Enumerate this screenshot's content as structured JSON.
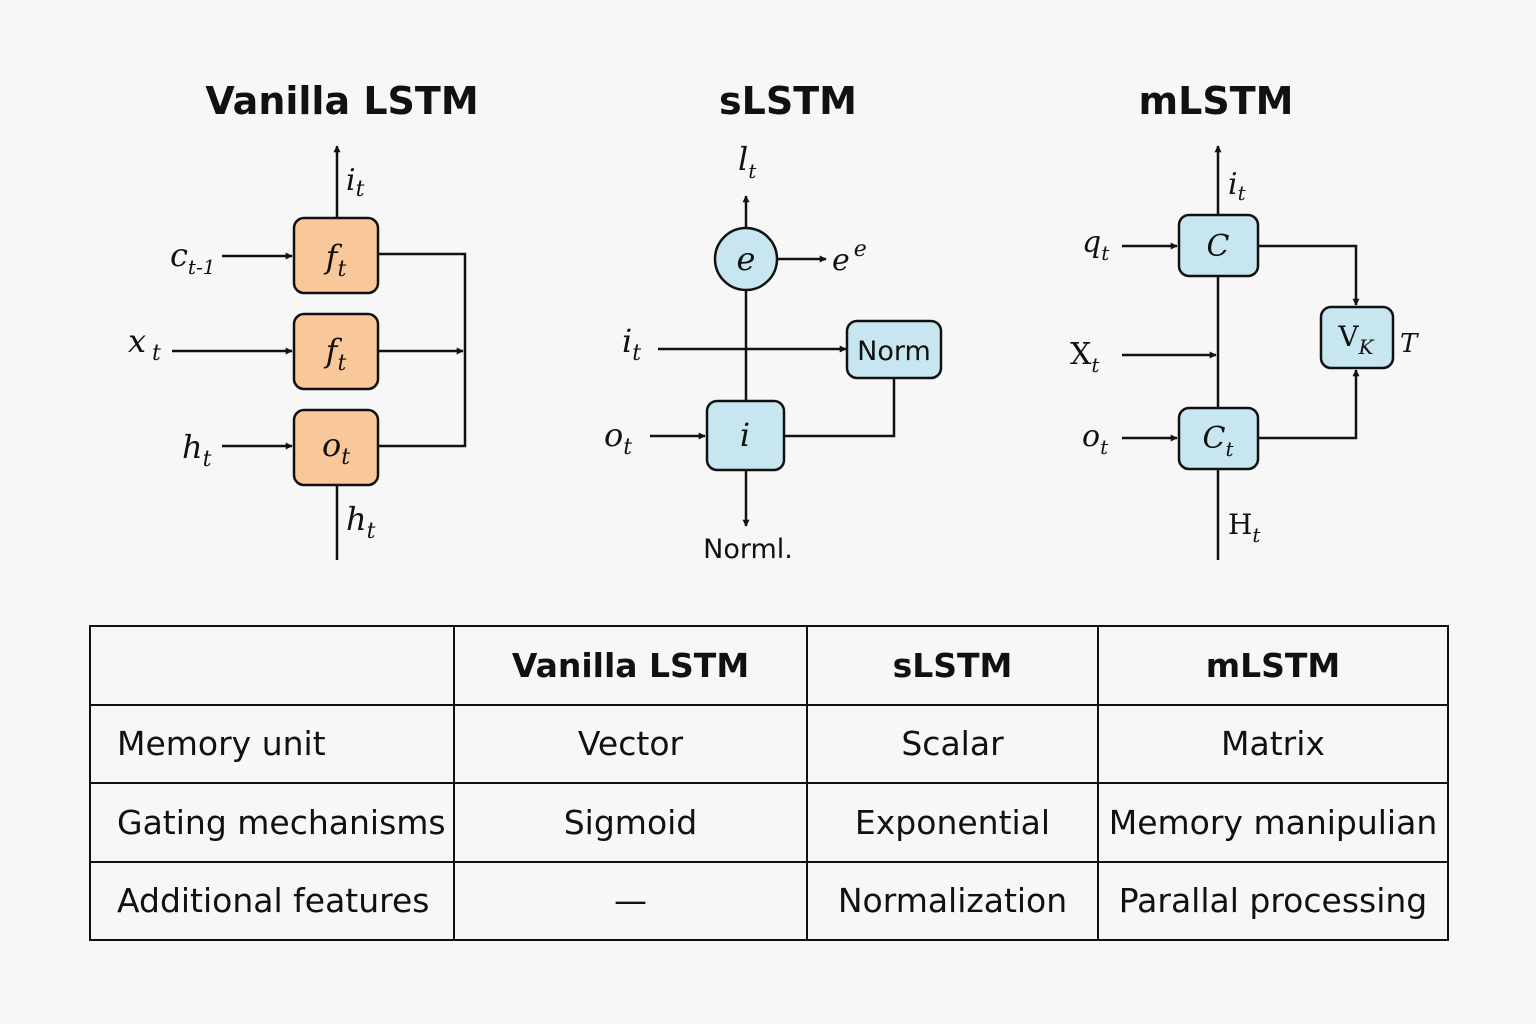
{
  "colors": {
    "orange": "#f8c79a",
    "blue": "#c7e6f0",
    "ink": "#111111"
  },
  "vanilla": {
    "title": "Vanilla LSTM",
    "boxes": [
      {
        "id": "f-top",
        "label": "f",
        "sub": "t"
      },
      {
        "id": "f-mid",
        "label": "f",
        "sub": "t"
      },
      {
        "id": "o",
        "label": "o",
        "sub": "t"
      }
    ],
    "inputs": [
      {
        "label": "c",
        "sub": "t-1"
      },
      {
        "label": "x",
        "sub": "t"
      },
      {
        "label": "h",
        "sub": "t"
      }
    ],
    "top_output": {
      "label": "i",
      "sub": "t"
    },
    "bottom_output": {
      "label": "h",
      "sub": "t"
    }
  },
  "slstm": {
    "title": "sLSTM",
    "top_output": {
      "label": "l",
      "sub": "t"
    },
    "e_node": "e",
    "e_output": {
      "label": "e",
      "sup": "e"
    },
    "input_i": {
      "label": "i",
      "sub": "t"
    },
    "input_o": {
      "label": "o",
      "sub": "t"
    },
    "i_box": "i",
    "norm_box": "Norm",
    "bottom_output": "Norml."
  },
  "mlstm": {
    "title": "mLSTM",
    "top_output": {
      "label": "i",
      "sub": "t"
    },
    "inputs": [
      {
        "label": "q",
        "sub": "t"
      },
      {
        "label": "X",
        "sub": "t"
      },
      {
        "label": "o",
        "sub": "t"
      }
    ],
    "c_box": "C",
    "ct_box": {
      "label": "C",
      "sub": "t"
    },
    "vk_box": {
      "label": "V",
      "sub": "K"
    },
    "t_label": "T",
    "bottom_output": {
      "label": "H",
      "sub": "t"
    }
  },
  "table": {
    "headers": [
      "",
      "Vanilla LSTM",
      "sLSTM",
      "mLSTM"
    ],
    "rows": [
      {
        "label": "Memory unit",
        "cells": [
          "Vector",
          "Scalar",
          "Matrix"
        ]
      },
      {
        "label": "Gating mechanisms",
        "cells": [
          "Sigmoid",
          "Exponential",
          "Memory manipulian"
        ]
      },
      {
        "label": "Additional features",
        "cells": [
          "—",
          "Normalization",
          "Parallal processing"
        ]
      }
    ]
  }
}
